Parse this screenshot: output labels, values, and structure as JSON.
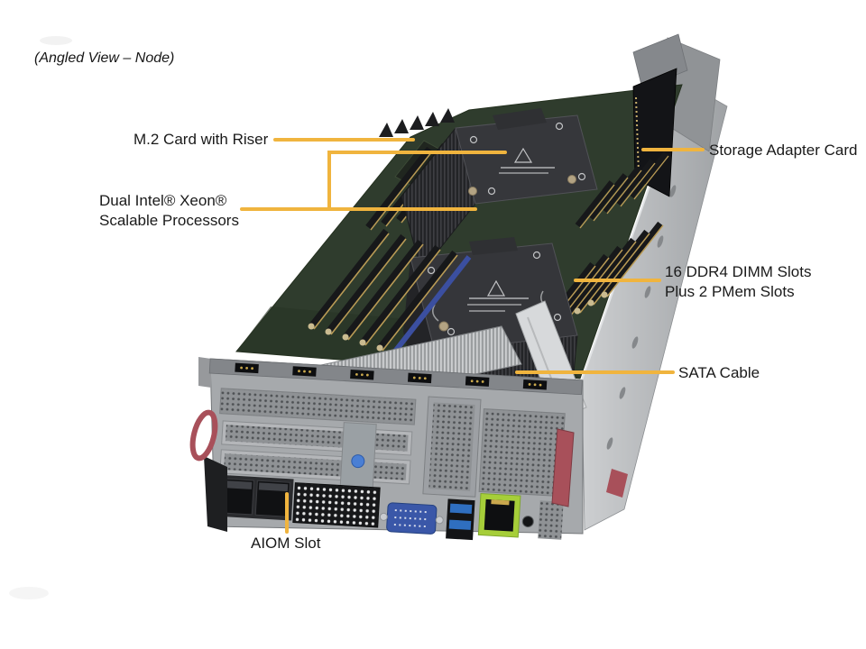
{
  "page": {
    "title": "(Angled View – Node)"
  },
  "callouts": {
    "m2": {
      "label": "M.2 Card with Riser"
    },
    "cpu": {
      "line1": "Dual Intel® Xeon®",
      "line2": "Scalable Processors"
    },
    "storage": {
      "label": "Storage Adapter Card"
    },
    "dimm": {
      "line1": "16 DDR4 DIMM Slots",
      "line2": "Plus 2 PMem Slots"
    },
    "sata": {
      "label": "SATA Cable"
    },
    "aiom": {
      "label": "AIOM Slot"
    }
  },
  "colors": {
    "callout_line": "#F0B43E",
    "label_text": "#1a1a1a",
    "chassis_gray": "#b3b6b9",
    "pcb_green": "#2f3c2d",
    "heatsink_dark": "#35363a",
    "vga_blue": "#3a57a8",
    "usb_blue": "#2f6fc0",
    "ethernet_green": "#a6ce39",
    "latch_red": "#a8505a",
    "thumbscrew_blue": "#4a7fd4"
  }
}
